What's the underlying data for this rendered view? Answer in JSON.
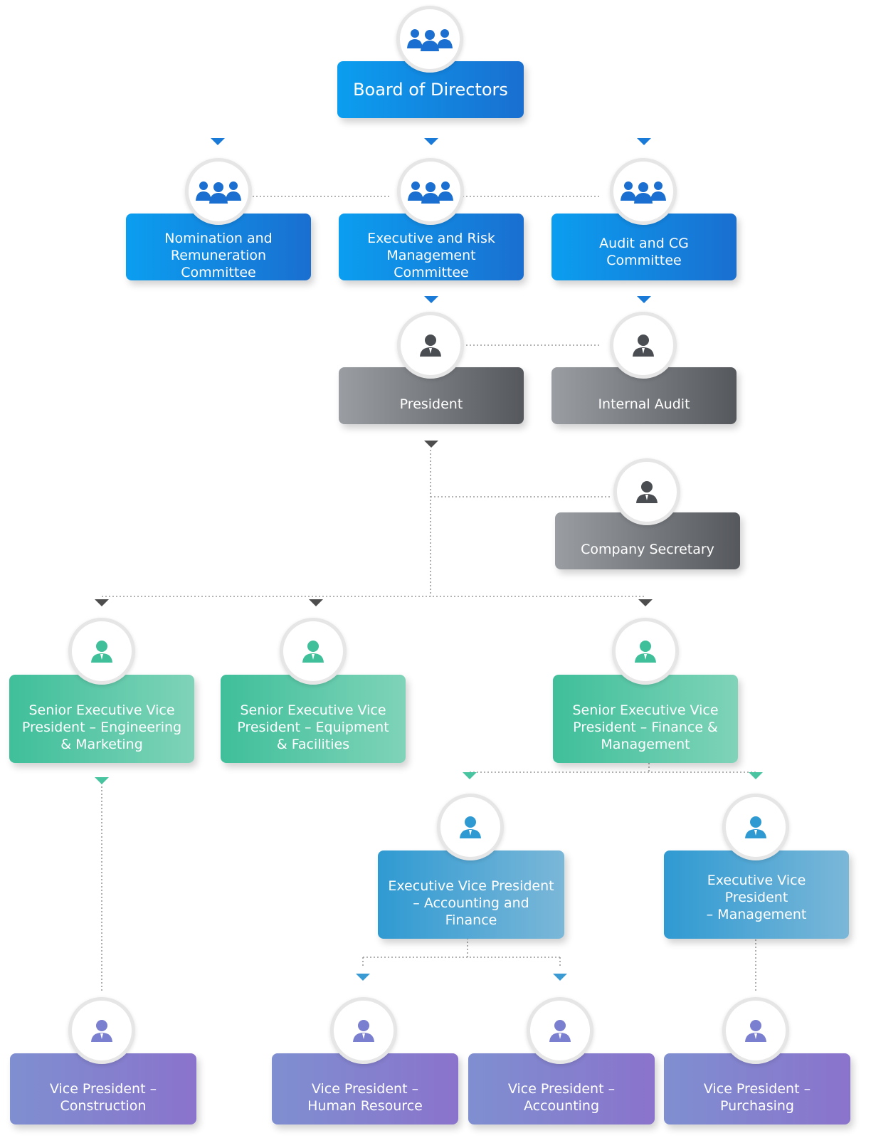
{
  "nodes": {
    "board": "Board of Directors",
    "nomination": "Nomination and\nRemuneration Committee",
    "executive_risk": "Executive and Risk\nManagement Committee",
    "audit_cg": "Audit and CG Committee",
    "president": "President",
    "internal_audit": "Internal Audit",
    "company_secretary": "Company Secretary",
    "sevp_engineering": "Senior Executive Vice\nPresident – Engineering\n& Marketing",
    "sevp_equipment": "Senior Executive Vice\nPresident – Equipment\n& Facilities",
    "sevp_finance": "Senior Executive Vice\nPresident – Finance &\nManagement",
    "evp_accounting_finance": "Executive Vice President\n– Accounting and\nFinance",
    "evp_management": "Executive Vice President\n– Management",
    "vp_construction": "Vice President –\nConstruction",
    "vp_hr": "Vice President –\nHuman Resource",
    "vp_accounting": "Vice President –\nAccounting",
    "vp_purchasing": "Vice President –\nPurchasing"
  },
  "icons": {
    "group": "group-people-icon",
    "person": "person-icon"
  },
  "colors": {
    "board_blue": "#1a6fd0",
    "executive_gray": "#55585c",
    "senior_green": "#3fbf9a",
    "evp_blue": "#2f9ad2",
    "vp_purple": "#8a73cc"
  }
}
